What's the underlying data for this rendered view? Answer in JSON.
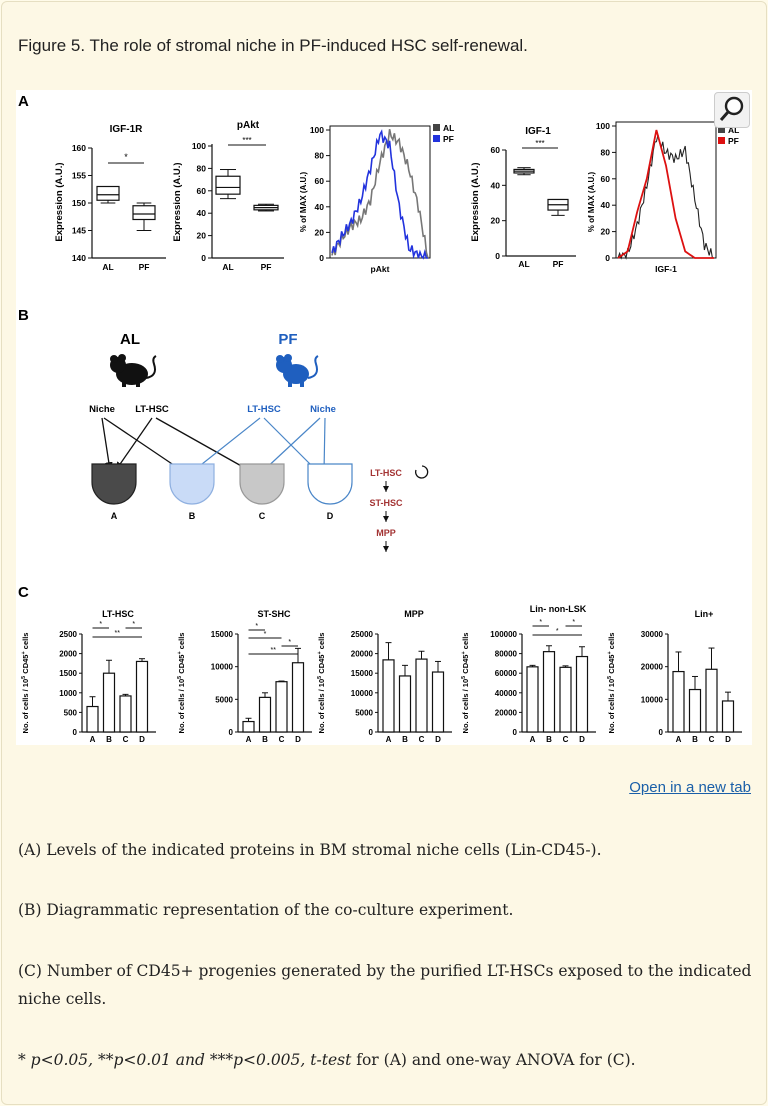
{
  "title": "Figure 5. The role of stromal niche in PF-induced HSC self-renewal.",
  "open_link": "Open in a new tab",
  "captions": [
    "(A) Levels of the indicated proteins in BM stromal niche cells (Lin-CD45-).",
    "(B) Diagrammatic representation of the co-culture experiment.",
    "(C) Number of CD45+ progenies generated by the purified LT-HSCs exposed to the indicated niche cells."
  ],
  "stats_note": {
    "italic": "* p<0.05, **p<0.01 and ***p<0.005, t-test",
    "plain": " for (A) and one-way ANOVA for (C)."
  },
  "panel_labels": {
    "a": "A",
    "b": "B",
    "c": "C"
  },
  "colors": {
    "al": "#555555",
    "pf": "#1f5fbf",
    "pf_blue": "#2233dd",
    "igf_red": "#dd1111",
    "arrow_dark": "#111111",
    "arrow_blue": "#4a86c8",
    "cycle": "#a33333"
  },
  "panel_a": {
    "igf1r": {
      "title": "IGF-1R",
      "ylabel": "Expression (A.U.)",
      "ticks": [
        "160",
        "155",
        "150",
        "145",
        "140"
      ],
      "cats": [
        "AL",
        "PF"
      ],
      "sig": "*"
    },
    "pakt_box": {
      "title": "pAkt",
      "ylabel": "Expression (A.U.)",
      "ticks": [
        "100",
        "80",
        "60",
        "40",
        "20",
        "0"
      ],
      "cats": [
        "AL",
        "PF"
      ],
      "sig": "***"
    },
    "pakt_hist": {
      "ylabel": "% of MAX (A.U.)",
      "xlabel": "pAkt",
      "ticks": [
        "100",
        "80",
        "60",
        "40",
        "20",
        "0"
      ],
      "legend": [
        "AL",
        "PF"
      ]
    },
    "igf1_box": {
      "title": "IGF-1",
      "ylabel": "Expression (A.U.)",
      "ticks": [
        "60",
        "40",
        "20",
        "0"
      ],
      "cats": [
        "AL",
        "PF"
      ],
      "sig": "***"
    },
    "igf1_hist": {
      "ylabel": "% of MAX (A.U.)",
      "xlabel": "IGF-1",
      "ticks": [
        "100",
        "80",
        "60",
        "40",
        "20",
        "0"
      ],
      "legend": [
        "AL",
        "PF"
      ]
    }
  },
  "panel_b": {
    "al_label": "AL",
    "pf_label": "PF",
    "al_niche": "Niche",
    "al_lthsc": "LT-HSC",
    "pf_lthsc": "LT-HSC",
    "pf_niche": "Niche",
    "wells": [
      "A",
      "B",
      "C",
      "D"
    ],
    "hierarchy": [
      "LT-HSC",
      "ST-HSC",
      "MPP"
    ]
  },
  "panel_c": {
    "ylabel_prefix": "No. of cells / 10",
    "ylabel_sup": "5",
    "ylabel_mid": " CD45",
    "ylabel_sup2": "+",
    "ylabel_suffix": " cells",
    "cats": [
      "A",
      "B",
      "C",
      "D"
    ]
  },
  "chart_data": [
    {
      "type": "box",
      "title": "IGF-1R",
      "ylabel": "Expression (A.U.)",
      "ylim": [
        140,
        160
      ],
      "series": [
        {
          "name": "AL",
          "values": {
            "min": 150,
            "q1": 150.5,
            "median": 151.5,
            "q3": 153,
            "max": 153
          }
        },
        {
          "name": "PF",
          "values": {
            "min": 145,
            "q1": 147,
            "median": 148,
            "q3": 149.5,
            "max": 150
          }
        }
      ],
      "annotation": "*"
    },
    {
      "type": "box",
      "title": "pAkt",
      "ylabel": "Expression (A.U.)",
      "ylim": [
        0,
        100
      ],
      "series": [
        {
          "name": "AL",
          "values": {
            "min": 53,
            "q1": 57,
            "median": 63,
            "q3": 73,
            "max": 79
          }
        },
        {
          "name": "PF",
          "values": {
            "min": 42,
            "q1": 43,
            "median": 45,
            "q3": 47,
            "max": 48
          }
        }
      ],
      "annotation": "***"
    },
    {
      "type": "line",
      "xlabel": "pAkt",
      "ylabel": "% of MAX (A.U.)",
      "ylim": [
        0,
        100
      ],
      "series": [
        {
          "name": "AL",
          "x": [
            0,
            0.1,
            0.2,
            0.3,
            0.4,
            0.5,
            0.6,
            0.7,
            0.8,
            0.9,
            1
          ],
          "y": [
            2,
            15,
            25,
            30,
            45,
            75,
            97,
            90,
            70,
            40,
            0
          ]
        },
        {
          "name": "PF",
          "x": [
            0,
            0.1,
            0.2,
            0.3,
            0.4,
            0.5,
            0.6,
            0.7,
            0.8,
            0.9,
            1
          ],
          "y": [
            4,
            17,
            28,
            45,
            70,
            97,
            88,
            40,
            8,
            2,
            0
          ]
        }
      ]
    },
    {
      "type": "box",
      "title": "IGF-1",
      "ylabel": "Expression (A.U.)",
      "ylim": [
        0,
        60
      ],
      "series": [
        {
          "name": "AL",
          "values": {
            "min": 46,
            "q1": 47,
            "median": 48,
            "q3": 49,
            "max": 50
          }
        },
        {
          "name": "PF",
          "values": {
            "min": 23,
            "q1": 26,
            "median": 29,
            "q3": 32,
            "max": 32
          }
        }
      ],
      "annotation": "***"
    },
    {
      "type": "line",
      "xlabel": "IGF-1",
      "ylabel": "% of MAX (A.U.)",
      "ylim": [
        0,
        100
      ],
      "series": [
        {
          "name": "AL",
          "x": [
            0,
            0.1,
            0.2,
            0.3,
            0.4,
            0.5,
            0.6,
            0.7,
            0.8,
            0.9,
            1
          ],
          "y": [
            0,
            3,
            25,
            55,
            92,
            80,
            75,
            82,
            45,
            10,
            0
          ]
        },
        {
          "name": "PF",
          "x": [
            0,
            0.1,
            0.2,
            0.3,
            0.4,
            0.5,
            0.6,
            0.7,
            0.8,
            0.9,
            1
          ],
          "y": [
            0,
            5,
            35,
            60,
            97,
            70,
            30,
            5,
            0,
            0,
            0
          ]
        }
      ]
    },
    {
      "type": "bar",
      "title": "LT-HSC",
      "categories": [
        "A",
        "B",
        "C",
        "D"
      ],
      "values": [
        650,
        1500,
        920,
        1800
      ],
      "errors": [
        250,
        330,
        40,
        70
      ],
      "ylim": [
        0,
        2500
      ],
      "ticks": [
        0,
        500,
        1000,
        1500,
        2000,
        2500
      ],
      "annotations": [
        "*",
        "**",
        "*"
      ]
    },
    {
      "type": "bar",
      "title": "ST-SHC",
      "categories": [
        "A",
        "B",
        "C",
        "D"
      ],
      "values": [
        1600,
        5300,
        7700,
        10600
      ],
      "errors": [
        500,
        700,
        100,
        2200
      ],
      "ylim": [
        0,
        15000
      ],
      "ticks": [
        0,
        5000,
        10000,
        15000
      ],
      "annotations": [
        "*",
        "*",
        "*",
        "**"
      ]
    },
    {
      "type": "bar",
      "title": "MPP",
      "categories": [
        "A",
        "B",
        "C",
        "D"
      ],
      "values": [
        18400,
        14300,
        18600,
        15300
      ],
      "errors": [
        4400,
        2700,
        2000,
        2700
      ],
      "ylim": [
        0,
        25000
      ],
      "ticks": [
        0,
        5000,
        10000,
        15000,
        20000,
        25000
      ]
    },
    {
      "type": "bar",
      "title": "Lin- non-LSK",
      "categories": [
        "A",
        "B",
        "C",
        "D"
      ],
      "values": [
        66500,
        82000,
        66000,
        77000
      ],
      "errors": [
        1500,
        6000,
        1500,
        10000
      ],
      "ylim": [
        0,
        100000
      ],
      "ticks": [
        0,
        20000,
        40000,
        60000,
        80000,
        100000
      ],
      "annotations": [
        "*",
        "*",
        "*"
      ]
    },
    {
      "type": "bar",
      "title": "Lin+",
      "categories": [
        "A",
        "B",
        "C",
        "D"
      ],
      "values": [
        18500,
        13000,
        19200,
        9500
      ],
      "errors": [
        6000,
        4000,
        6500,
        2700
      ],
      "ylim": [
        0,
        30000
      ],
      "ticks": [
        0,
        10000,
        20000,
        30000
      ]
    }
  ]
}
